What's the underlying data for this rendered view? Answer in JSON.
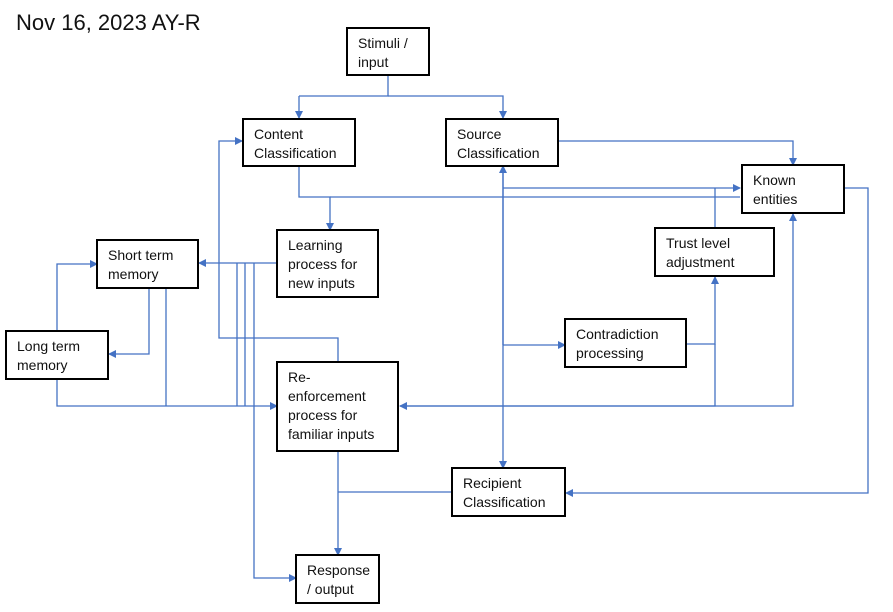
{
  "header": {
    "title": "Nov 16, 2023 AY-R"
  },
  "nodes": {
    "stimuli": "Stimuli  /\ninput",
    "content": "Content\nClassification",
    "source": "Source\nClassification",
    "known": "Known\nentities",
    "trust": "Trust level\nadjustment",
    "learning": "Learning\nprocess for\nnew inputs",
    "short_term": "Short term\nmemory",
    "long_term": "Long term\nmemory",
    "contradiction": "Contradiction\nprocessing",
    "reinforcement": "Re-\nenforcement\nprocess for\nfamiliar inputs",
    "recipient": "Recipient\nClassification",
    "response": "Response\n/  output"
  },
  "colors": {
    "arrow": "#4472c4",
    "box_border": "#000000"
  }
}
